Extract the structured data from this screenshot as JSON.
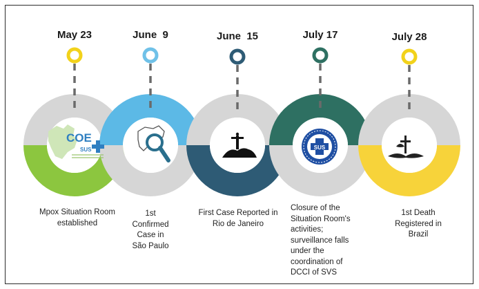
{
  "events": [
    {
      "date": "May 23",
      "label": "Mpox Situation Room established",
      "icon": "coe-sus-logo",
      "logo_text": "COE",
      "logo_sub": "SUS",
      "pin_color": "#f2d21b",
      "ring_top": "#d6d6d6",
      "ring_bottom": "#8cc63f"
    },
    {
      "date": "June  9",
      "label": "1st Confirmed Case in São Paulo",
      "icon": "brazil-map-magnifier-icon",
      "pin_color": "#6fc1e8",
      "ring_top": "#5cb9e6",
      "ring_bottom": "#d6d6d6"
    },
    {
      "date": "June  15",
      "label": "First Case Reported in Rio de Janeiro",
      "icon": "christ-redeemer-icon",
      "pin_color": "#2e5b75",
      "ring_top": "#d6d6d6",
      "ring_bottom": "#2e5b75"
    },
    {
      "date": "July 17",
      "label": "Closure of the Situation Room's activities; surveillance falls under the coordination of DCCI of SVS",
      "icon": "sus-seal-icon",
      "seal_text": "SUS",
      "pin_color": "#2e7062",
      "ring_top": "#2e7062",
      "ring_bottom": "#d6d6d6"
    },
    {
      "date": "July 28",
      "label": "1st Death Registered in Brazil",
      "icon": "cross-dove-icon",
      "pin_color": "#f2d21b",
      "ring_top": "#d6d6d6",
      "ring_bottom": "#f7d33a"
    }
  ]
}
